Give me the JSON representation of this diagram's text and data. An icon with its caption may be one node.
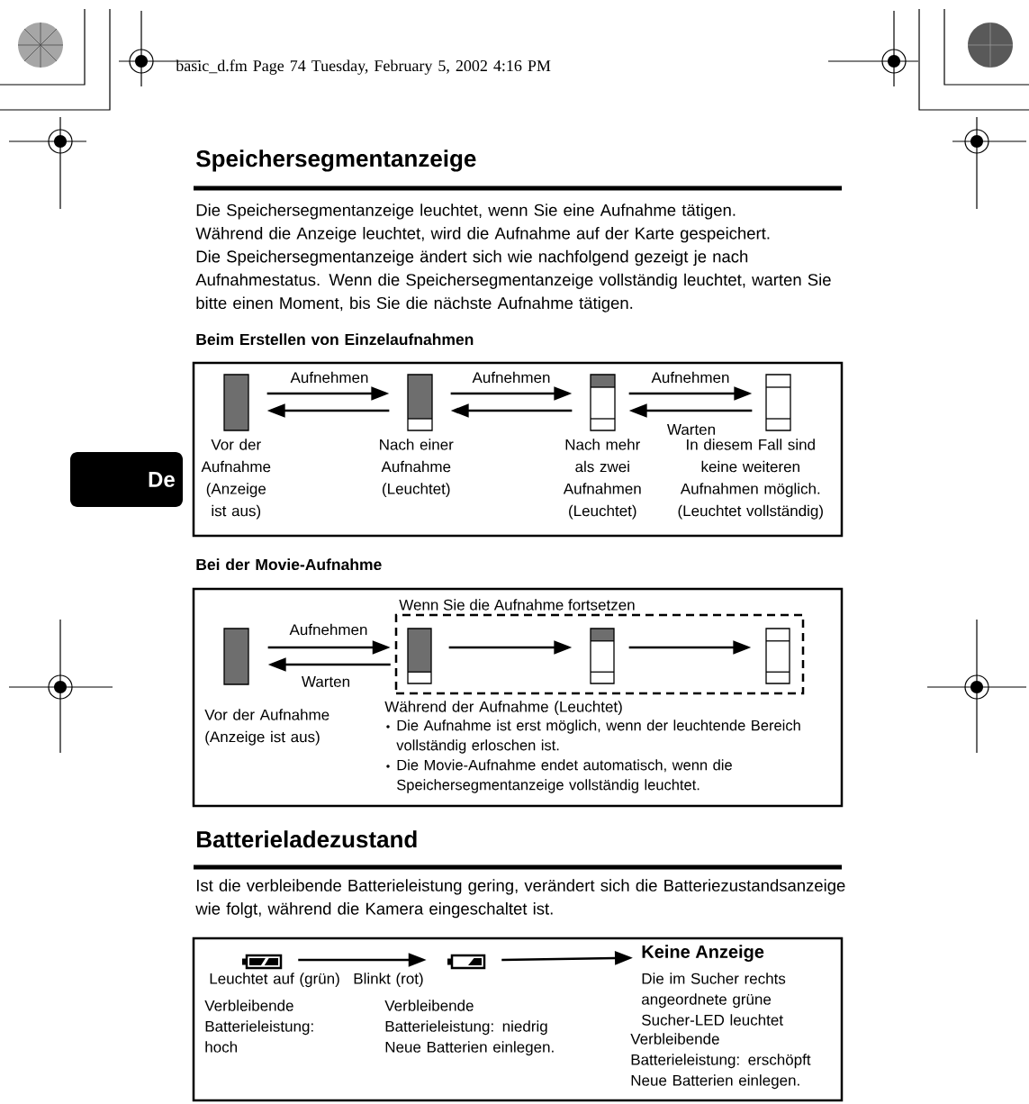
{
  "diagram": {
    "title": "Speichersegmentanzeige",
    "nodes": [
      {
        "text": [
          "De"
        ]
      },
      {
        "text": [],
        "shape": "box"
      },
      {
        "text": [],
        "shape": "bar",
        "in": 1,
        "beside": [
          "Vor der Aufnahme (Anzeige ist aus)"
        ]
      },
      {
        "text": [],
        "shape": "bar",
        "in": 1,
        "beside": [
          "Nach einer Aufnahme (Leuchtet)"
        ]
      },
      {
        "text": [],
        "shape": "bar",
        "in": 1,
        "beside": [
          "Nach mehr als zwei Aufnahmen (Leuchtet)"
        ]
      },
      {
        "text": [],
        "shape": "bar",
        "in": 1,
        "beside": [
          "In diesem Fall sind keine weiteren Aufnahmen möglich. (Leuchtet vollständig)"
        ]
      },
      {
        "text": [],
        "shape": "box"
      },
      {
        "text": [],
        "shape": "bar",
        "in": 6,
        "beside": [
          "Vor der Aufnahme (Anzeige ist aus)"
        ]
      },
      {
        "text": [
          "Wenn Sie die Aufnahme fortsetzen"
        ],
        "in": 6,
        "beside": [
          "Während der Aufnahme (Leuchtet)",
          "Die Aufnahme ist erst möglich, wenn der leuchtende Bereich vollständig erloschen ist.",
          "Die Movie-Aufnahme endet automatisch, wenn die Speichersegmentanzeige vollständig leuchtet."
        ]
      },
      {
        "text": [],
        "shape": "bar",
        "in": 8
      },
      {
        "text": [],
        "shape": "bar",
        "in": 8
      },
      {
        "text": [],
        "shape": "bar",
        "in": 8
      },
      {
        "text": [],
        "shape": "box"
      },
      {
        "text": [],
        "shape": "battery",
        "in": 12,
        "beside": [
          "Leuchtet auf (grün)",
          "Verbleibende Batterieleistung: hoch"
        ]
      },
      {
        "text": [],
        "shape": "battery",
        "in": 12,
        "beside": [
          "Blinkt (rot)",
          "Verbleibende Batterieleistung: niedrig",
          "Neue Batterien einlegen."
        ]
      },
      {
        "text": [
          "Keine Anzeige"
        ],
        "in": 12,
        "beside": [
          "Die im Sucher rechts angeordnete grüne Sucher-LED leuchtet",
          "Verbleibende Batterieleistung: erschöpft",
          "Neue Batterien einlegen."
        ]
      }
    ],
    "edges": [
      {
        "from": 2,
        "to": 3,
        "arrow": "to",
        "label": "Aufnehmen"
      },
      {
        "from": 3,
        "to": 2,
        "arrow": "to"
      },
      {
        "from": 3,
        "to": 4,
        "arrow": "to",
        "label": "Aufnehmen"
      },
      {
        "from": 4,
        "to": 3,
        "arrow": "to"
      },
      {
        "from": 4,
        "to": 5,
        "arrow": "to",
        "label": "Aufnehmen"
      },
      {
        "from": 5,
        "to": 4,
        "arrow": "to",
        "label": "Warten"
      },
      {
        "from": 7,
        "to": 8,
        "arrow": "to",
        "label": "Aufnehmen"
      },
      {
        "from": 8,
        "to": 7,
        "arrow": "to",
        "label": "Warten"
      },
      {
        "from": 9,
        "to": 10,
        "arrow": "to"
      },
      {
        "from": 10,
        "to": 11,
        "arrow": "to"
      },
      {
        "from": 13,
        "to": 14,
        "arrow": "to"
      },
      {
        "from": 14,
        "to": 15,
        "arrow": "to"
      }
    ],
    "labels": [
      "basic_d.fm Page 74 Tuesday, February 5, 2002 4:16 PM",
      "Die Speichersegmentanzeige leuchtet, wenn Sie eine Aufnahme tätigen. Während die Anzeige leuchtet, wird die Aufnahme auf der Karte gespeichert. Die Speichersegmentanzeige ändert sich wie nachfolgend gezeigt je nach Aufnahmestatus. Wenn die Speichersegmentanzeige vollständig leuchtet, warten Sie bitte einen Moment, bis Sie die nächste Aufnahme tätigen.",
      "Beim Erstellen von Einzelaufnahmen",
      "Bei der Movie-Aufnahme",
      "Batterieladezustand",
      "Ist die verbleibende Batterieleistung gering, verändert sich die Batteriezustandsanzeige wie folgt, während die Kamera eingeschaltet ist."
    ]
  }
}
